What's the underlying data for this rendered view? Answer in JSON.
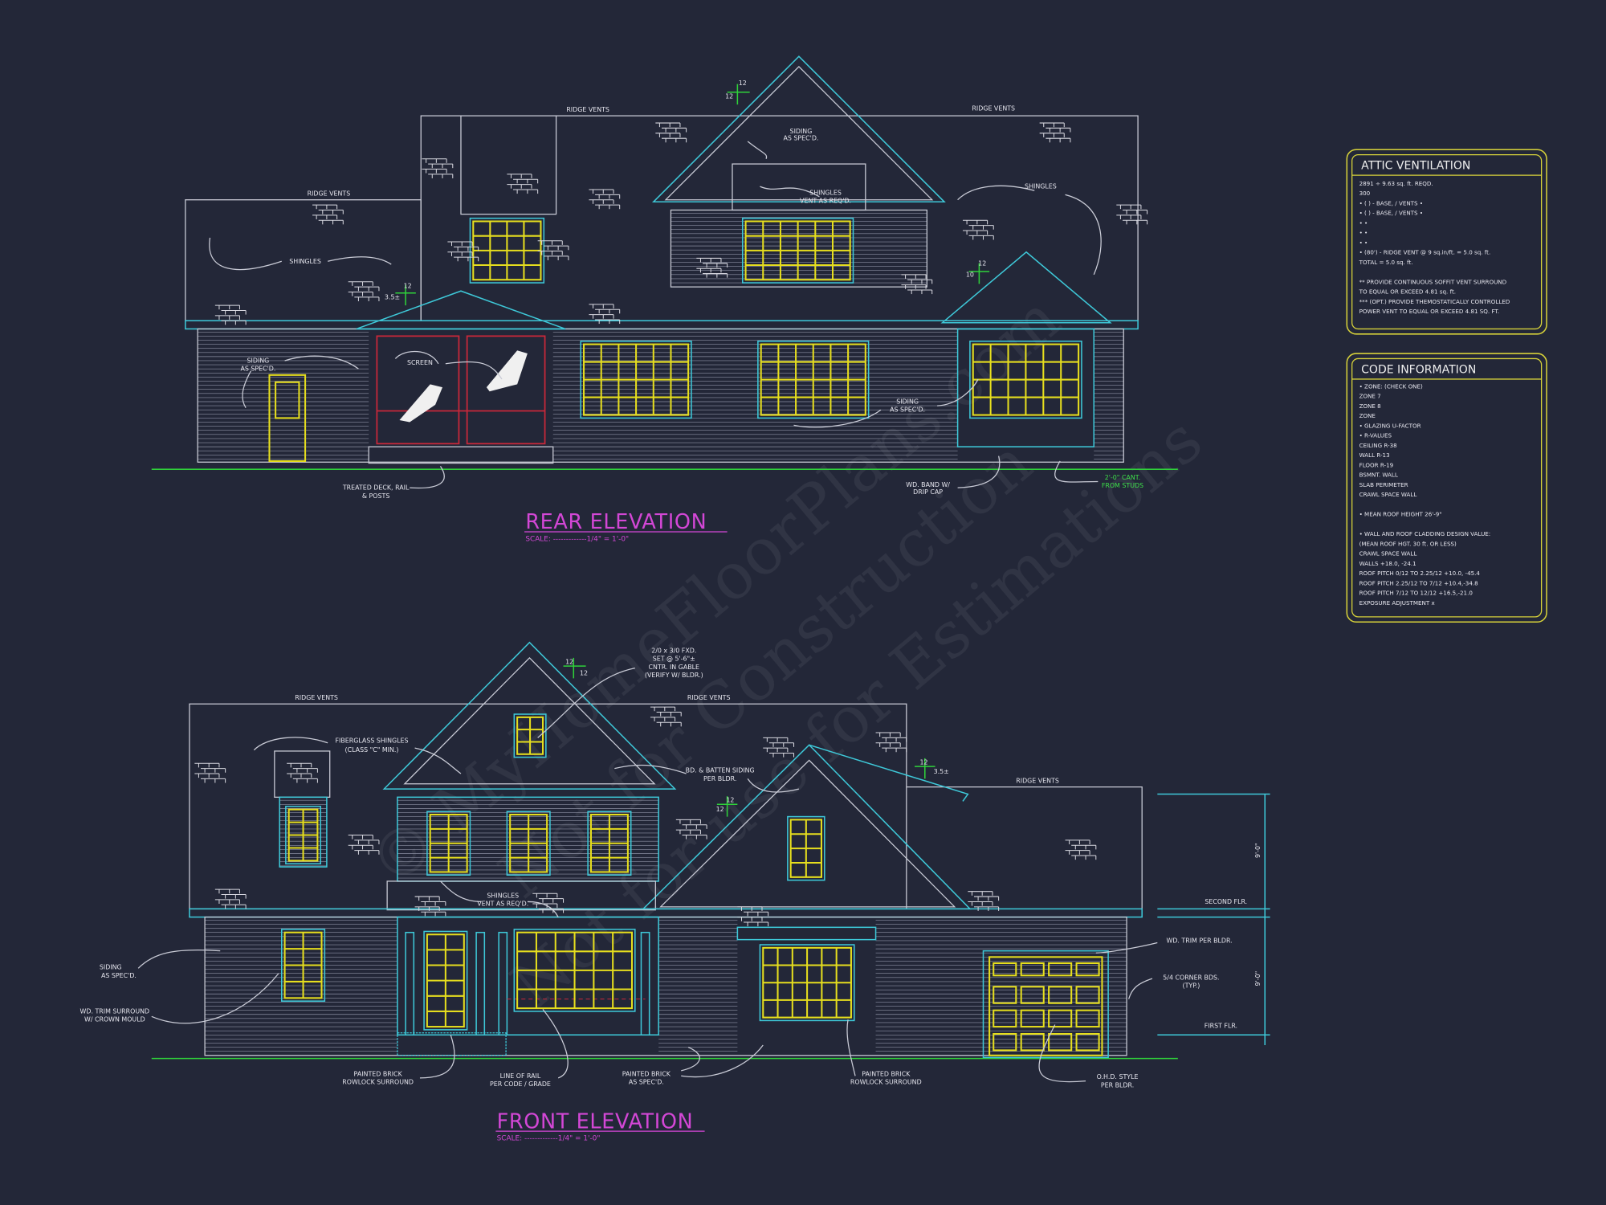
{
  "colors": {
    "background": "#232738",
    "linework": "#c9cbd6",
    "trim": "#3ec8d8",
    "windows": "#e6de1e",
    "titles": "#d347d6",
    "grade": "#2fd23a",
    "screen": "#c8283a"
  },
  "watermark": {
    "lines": [
      "© MyHomeFloorPlans.com",
      "Not for Construction",
      "Not for use for Estimations"
    ]
  },
  "rear": {
    "title": "REAR ELEVATION",
    "scale": "SCALE: -------------1/4\" = 1'-0\"",
    "labels": {
      "ridge_vents": "RIDGE VENTS",
      "siding_upper": [
        "SIDING",
        "AS SPEC'D."
      ],
      "shingles_vent": [
        "SHINGLES",
        "VENT AS REQ'D."
      ],
      "shingles": "SHINGLES",
      "siding_left": [
        "SIDING",
        "AS SPEC'D."
      ],
      "screen": "SCREEN",
      "siding_right": [
        "SIDING",
        "AS SPEC'D."
      ],
      "deck": [
        "TREATED DECK, RAIL",
        "& POSTS"
      ],
      "band": [
        "WD. BAND W/",
        "DRIP CAP"
      ],
      "cant": [
        "2'-0\" CANT.",
        "FROM STUDS"
      ]
    },
    "pitch": {
      "rise12": "12",
      "run12": "12",
      "rise35": "3.5±",
      "rise10": "10"
    }
  },
  "front": {
    "title": "FRONT ELEVATION",
    "scale": "SCALE: -------------1/4\" = 1'-0\"",
    "labels": {
      "ridge_vents": "RIDGE VENTS",
      "gable_window": [
        "2/0 x 3/0 FXD.",
        "SET @ 5'-6\"±",
        "CNTR. IN GABLE",
        "(VERIFY W/ BLDR.)"
      ],
      "fiberglass": [
        "FIBERGLASS SHINGLES",
        "(CLASS \"C\" MIN.)"
      ],
      "batten": [
        "BD. & BATTEN SIDING",
        "PER BLDR."
      ],
      "shingles_vent": [
        "SHINGLES",
        "VENT AS REQ'D."
      ],
      "siding": [
        "SIDING",
        "AS SPEC'D."
      ],
      "trim_surround": [
        "WD. TRIM SURROUND",
        "W/ CROWN MOULD"
      ],
      "brick_rowlock_left": [
        "PAINTED BRICK",
        "ROWLOCK SURROUND"
      ],
      "rail": [
        "LINE OF RAIL",
        "PER CODE / GRADE"
      ],
      "brick_spec": [
        "PAINTED BRICK",
        "AS SPEC'D."
      ],
      "brick_rowlock_right": [
        "PAINTED BRICK",
        "ROWLOCK SURROUND"
      ],
      "ohd": [
        "O.H.D. STYLE",
        "PER BLDR."
      ],
      "wd_trim": "WD. TRIM PER BLDR.",
      "corner": [
        "5/4 CORNER BDS.",
        "(TYP.)"
      ],
      "second_flr": "SECOND FLR.",
      "first_flr": "FIRST FLR.",
      "dim_upper": "9'-0\"",
      "dim_lower": "9'-0\""
    },
    "pitch": {
      "rise12": "12",
      "run12": "12",
      "rise35": "3.5±"
    }
  },
  "attic_ventilation": {
    "title": "ATTIC VENTILATION",
    "lines": [
      "2891 ÷ 9.63 sq. ft. REQD.",
      "300",
      "• (  ) -          BASE,    /    VENTS   •",
      "• (  ) -          BASE,    /    VENTS   •",
      "•                                              •",
      "•                                              •",
      "•                                              •",
      "• (80') - RIDGE VENT @ 9 sq.in/ft.  = 5.0 sq. ft.",
      "                           TOTAL       = 5.0 sq. ft.",
      "",
      "** PROVIDE CONTINUOUS SOFFIT VENT SURROUND",
      "   TO EQUAL OR EXCEED  4.81 sq. ft.",
      "*** (OPT.) PROVIDE THEMOSTATICALLY CONTROLLED",
      "   POWER VENT TO EQUAL OR EXCEED  4.81 SQ. FT."
    ]
  },
  "code_information": {
    "title": "CODE INFORMATION",
    "lines": [
      "• ZONE: (CHECK ONE)",
      "      ZONE 7",
      "      ZONE 8",
      "      ZONE",
      "• GLAZING U-FACTOR",
      "• R-VALUES",
      "      CEILING                R-38",
      "      WALL                     R-13",
      "      FLOOR                   R-19",
      "      BSMNT. WALL",
      "      SLAB PERIMETER",
      "      CRAWL SPACE WALL",
      "",
      "• MEAN ROOF HEIGHT  26'-9\"",
      "",
      "• WALL AND ROOF CLADDING DESIGN VALUE:",
      "  (MEAN ROOF HGT. 30 ft. OR LESS)",
      "      CRAWL SPACE WALL",
      "      WALLS                              +18.0, -24.1",
      "      ROOF PITCH 0/12 TO 2.25/12   +10.0, -45.4",
      "      ROOF PITCH 2.25/12 TO 7/12   +10.4,-34.8",
      "      ROOF PITCH 7/12 TO 12/12     +16.5,-21.0",
      "      EXPOSURE ADJUSTMENT           x"
    ]
  }
}
